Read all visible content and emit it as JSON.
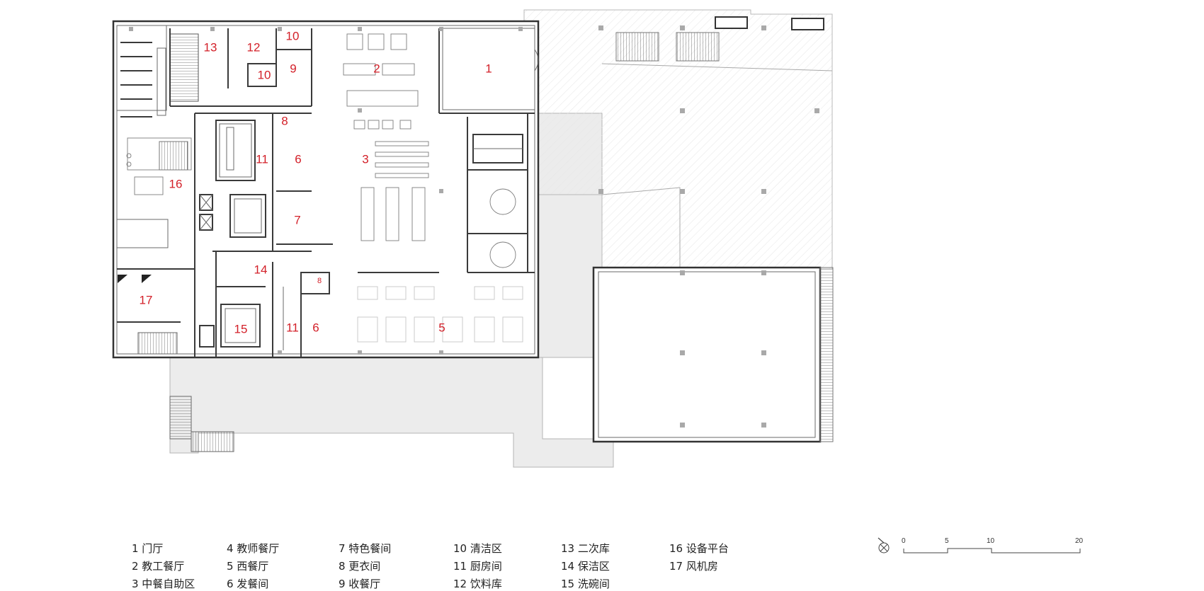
{
  "rooms": {
    "r1": "1",
    "r2": "2",
    "r3": "3",
    "r5": "5",
    "r6a": "6",
    "r6b": "6",
    "r7": "7",
    "r8a": "8",
    "r8b": "8",
    "r9": "9",
    "r10a": "10",
    "r10b": "10",
    "r11a": "11",
    "r11b": "11",
    "r12": "12",
    "r13": "13",
    "r14": "14",
    "r15": "15",
    "r16": "16",
    "r17": "17"
  },
  "legend": [
    "1 门厅",
    "2 教工餐厅",
    "3 中餐自助区",
    "4 教师餐厅",
    "5 西餐厅",
    "6 发餐间",
    "7 特色餐间",
    "8 更衣间",
    "9 收餐厅",
    "10 清洁区",
    "11 厨房间",
    "12 饮料库",
    "13 二次库",
    "14 保洁区",
    "15 洗碗间",
    "16 设备平台",
    "17 风机房"
  ],
  "scale": {
    "ticks": [
      "0",
      "5",
      "10",
      "20"
    ]
  },
  "colors": {
    "room_label": "#d32029",
    "walls": "#3a3a3a",
    "terrace": "#ececec"
  }
}
